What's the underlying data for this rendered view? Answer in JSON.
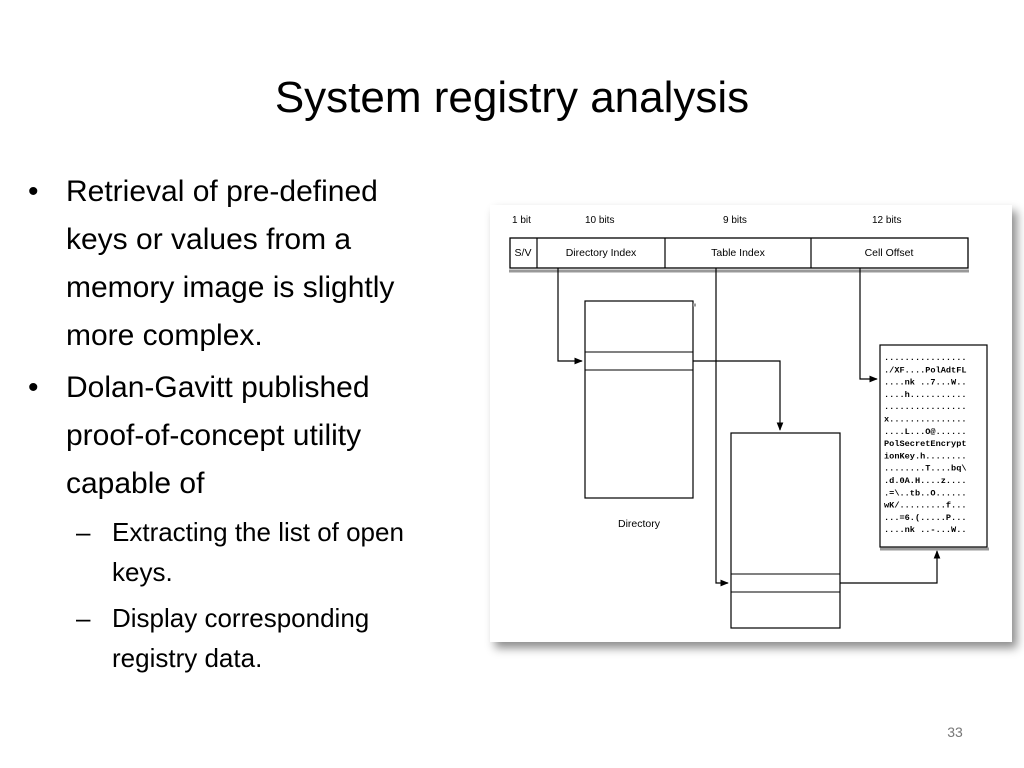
{
  "slide": {
    "title": "System registry analysis",
    "page_number": "33"
  },
  "bullets": [
    {
      "text": "Retrieval of pre-defined keys or values from a memory image is slightly more complex.",
      "lines": [
        "Retrieval of pre-defined",
        "keys or values from a",
        "memory image is slightly",
        "more complex."
      ]
    },
    {
      "text": "Dolan-Gavitt published proof-of-concept utility capable of",
      "lines": [
        "Dolan-Gavitt published",
        "proof-of-concept utility",
        "capable of"
      ]
    }
  ],
  "sub_bullets": [
    {
      "text": "Extracting the list of open keys.",
      "lines": [
        "Extracting the list of open",
        "keys."
      ]
    },
    {
      "text": "Display corresponding registry data.",
      "lines": [
        "Display corresponding",
        "registry data."
      ]
    }
  ],
  "bullet_marks": {
    "level1": "•",
    "level2": "–"
  },
  "diagram": {
    "field_bits": [
      "1 bit",
      "10 bits",
      "9 bits",
      "12 bits"
    ],
    "fields": [
      "S/V",
      "Directory Index",
      "Table Index",
      "Cell Offset"
    ],
    "directory_label": "Directory",
    "hex_dump": [
      "................",
      "./XF....PolAdtFL",
      "....nk ..7...W..",
      "....h...........",
      "................",
      "x...............",
      "....L...O@......",
      "PolSecretEncrypt",
      "ionKey.h........",
      "........T....bq\\",
      ".d.0A.H....z....",
      ".=\\..tb..O......",
      "wK/.........f...",
      "...=6.(.....P...",
      "....nk ..-...W.."
    ]
  }
}
